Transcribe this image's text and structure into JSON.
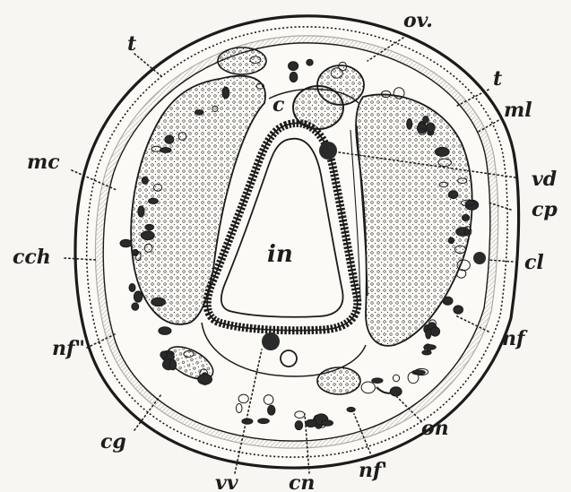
{
  "labels": {
    "t_top": "t",
    "ov": "ov.",
    "t_right": "t",
    "ml": "ml",
    "c": "c",
    "mc": "mc",
    "vd": "vd",
    "cp": "cp",
    "cch": "cch",
    "in": "in",
    "cl": "cl",
    "nf": "nf",
    "nf2": "nf\"",
    "on": "on",
    "cg": "cg",
    "nf1": "nf'",
    "vv": "vv",
    "cn": "cn"
  },
  "colors": {
    "ink": "#1d1d1d",
    "paper": "#f7f6f2",
    "cell": "#2a2a2a"
  }
}
